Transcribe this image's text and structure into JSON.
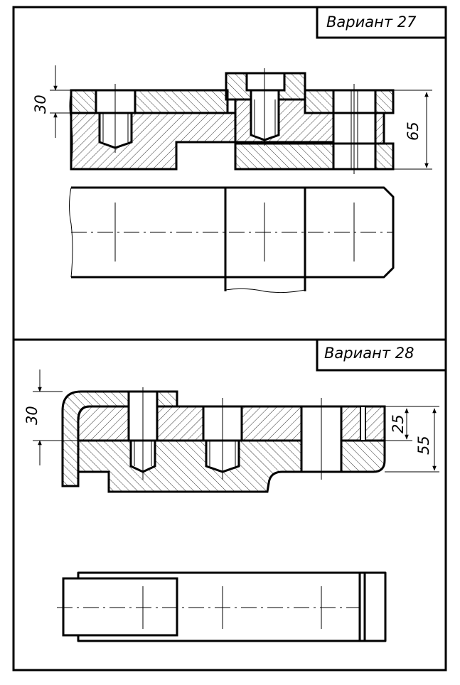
{
  "variant_27": {
    "title": "Вариант 27",
    "dim_thickness": "30",
    "dim_height": "65"
  },
  "variant_28": {
    "title": "Вариант 28",
    "dim_thickness": "30",
    "dim_top": "25",
    "dim_height": "55"
  }
}
